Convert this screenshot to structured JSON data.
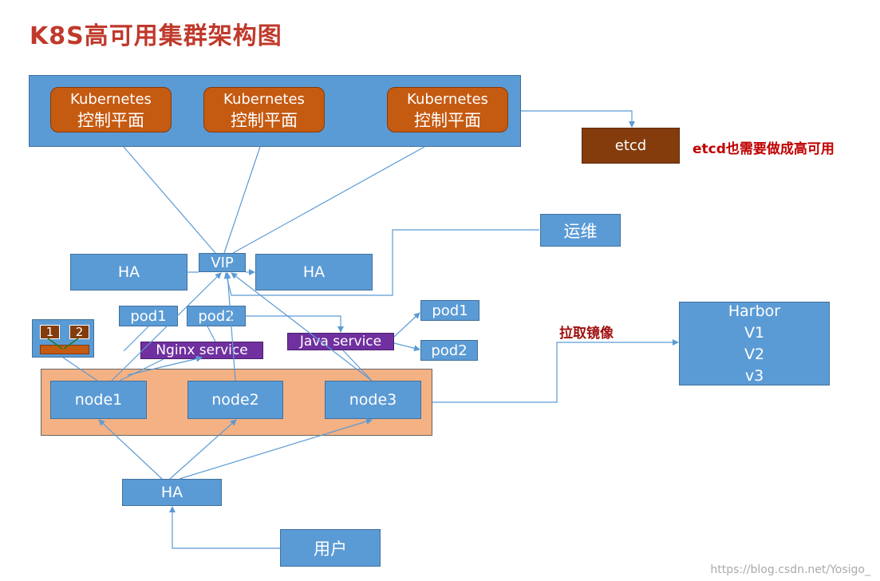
{
  "title": "K8S高可用集群架构图",
  "control_planes": [
    {
      "line1": "Kubernetes",
      "line2": "控制平面"
    },
    {
      "line1": "Kubernetes",
      "line2": "控制平面"
    },
    {
      "line1": "Kubernetes",
      "line2": "控制平面"
    }
  ],
  "etcd": {
    "label": "etcd",
    "note": "etcd也需要做成高可用"
  },
  "ops": "运维",
  "ha_left": "HA",
  "vip": "VIP",
  "ha_right": "HA",
  "pods": {
    "pod1_a": "pod1",
    "pod2_a": "pod2",
    "pod1_b": "pod1",
    "pod2_b": "pod2"
  },
  "services": {
    "nginx": "Nginx service",
    "java": "Java service"
  },
  "mini": {
    "n1": "1",
    "n2": "2"
  },
  "nodes": [
    "node1",
    "node2",
    "node3"
  ],
  "pull_image": "拉取镜像",
  "harbor": [
    "Harbor",
    "V1",
    "V2",
    "v3"
  ],
  "ha_bottom": "HA",
  "user": "用户",
  "watermark": "https://blog.csdn.net/Yosigo_",
  "colors": {
    "blue": "#5b9bd5",
    "orange": "#c55a11",
    "brown": "#843c0c",
    "purple": "#7030a0",
    "peach": "#f4b183",
    "title_red": "#c0392b"
  }
}
